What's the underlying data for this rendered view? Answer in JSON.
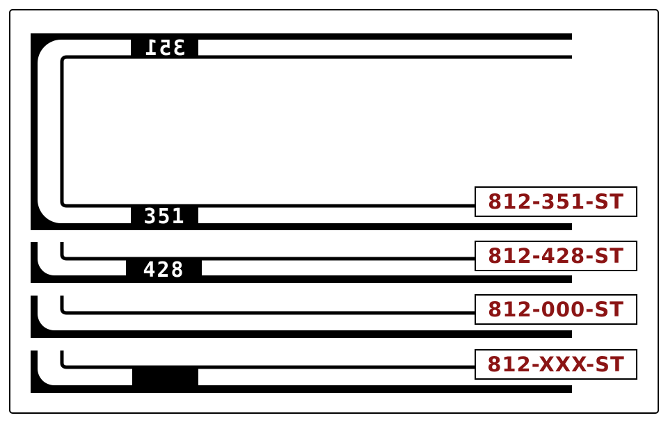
{
  "stripes": [
    {
      "part_number": "812-351-ST",
      "top_number": "351",
      "bottom_number": "351"
    },
    {
      "part_number": "812-428-ST",
      "number": "428"
    },
    {
      "part_number": "812-000-ST",
      "number": ""
    },
    {
      "part_number": "812-XXX-ST",
      "number": ""
    }
  ],
  "colors": {
    "stripe": "#000000",
    "part_number_text": "#8b1414",
    "background": "#ffffff",
    "frame": "#000000"
  }
}
